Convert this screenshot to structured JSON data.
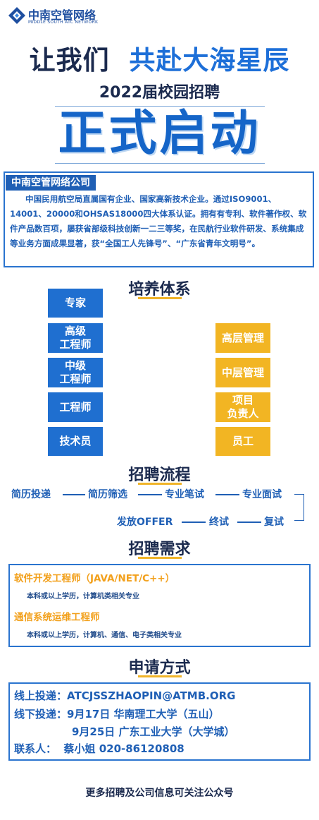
{
  "brand": {
    "name_cn": "中南空管网络",
    "name_en": "MIDDLE SOUTH ATC NETWORK",
    "logo": "paper-plane-logo",
    "accent": "#1f6fd0",
    "gold": "#f2b523"
  },
  "hero": {
    "headline_a": "让我们",
    "headline_b": "共赴大海星辰",
    "subtitle": "2022届校园招聘",
    "launch": "正式启动"
  },
  "company": {
    "tag": "中南空管网络公司",
    "desc": "中国民用航空局直属国有企业、国家高新技术企业。通过ISO9001、14001、20000和OHSAS18000四大体系认证。拥有有专利、软件著作权、软件产品数百项，屡获省部级科技创新一二三等奖，在民航行业软件研发、系统集成等业务方面成果显著，获“全国工人先锋号”、“广东省青年文明号”。"
  },
  "training": {
    "title": "培养体系",
    "tech_track": [
      "专家",
      "高级\n工程师",
      "中级\n工程师",
      "工程师",
      "技术员"
    ],
    "mgmt_track": [
      "高层管理",
      "中层管理",
      "项目\n负责人",
      "员工"
    ]
  },
  "process": {
    "title": "招聘流程",
    "row1": [
      "简历投递",
      "简历筛选",
      "专业笔试",
      "专业面试"
    ],
    "row2": [
      "发放OFFER",
      "终试",
      "复试"
    ]
  },
  "requirements": {
    "title": "招聘需求",
    "jobs": [
      {
        "title": "软件开发工程师（JAVA/NET/C++）",
        "desc": "本科或以上学历，计算机类相关专业"
      },
      {
        "title": "通信系统运维工程师",
        "desc": "本科或以上学历，计算机、通信、电子类相关专业"
      }
    ]
  },
  "apply": {
    "title": "申请方式",
    "online_label": "线上投递：",
    "online_value": "ATCJSSZHAOPIN@ATMB.ORG",
    "offline_label": "线下投递：",
    "offline_1": "9月17日   华南理工大学（五山）",
    "offline_2": "9月25日   广东工业大学（大学城）",
    "contact_label": "联系人：",
    "contact_value": "蔡小姐    020-86120808"
  },
  "footer": "更多招聘及公司信息可关注公众号"
}
